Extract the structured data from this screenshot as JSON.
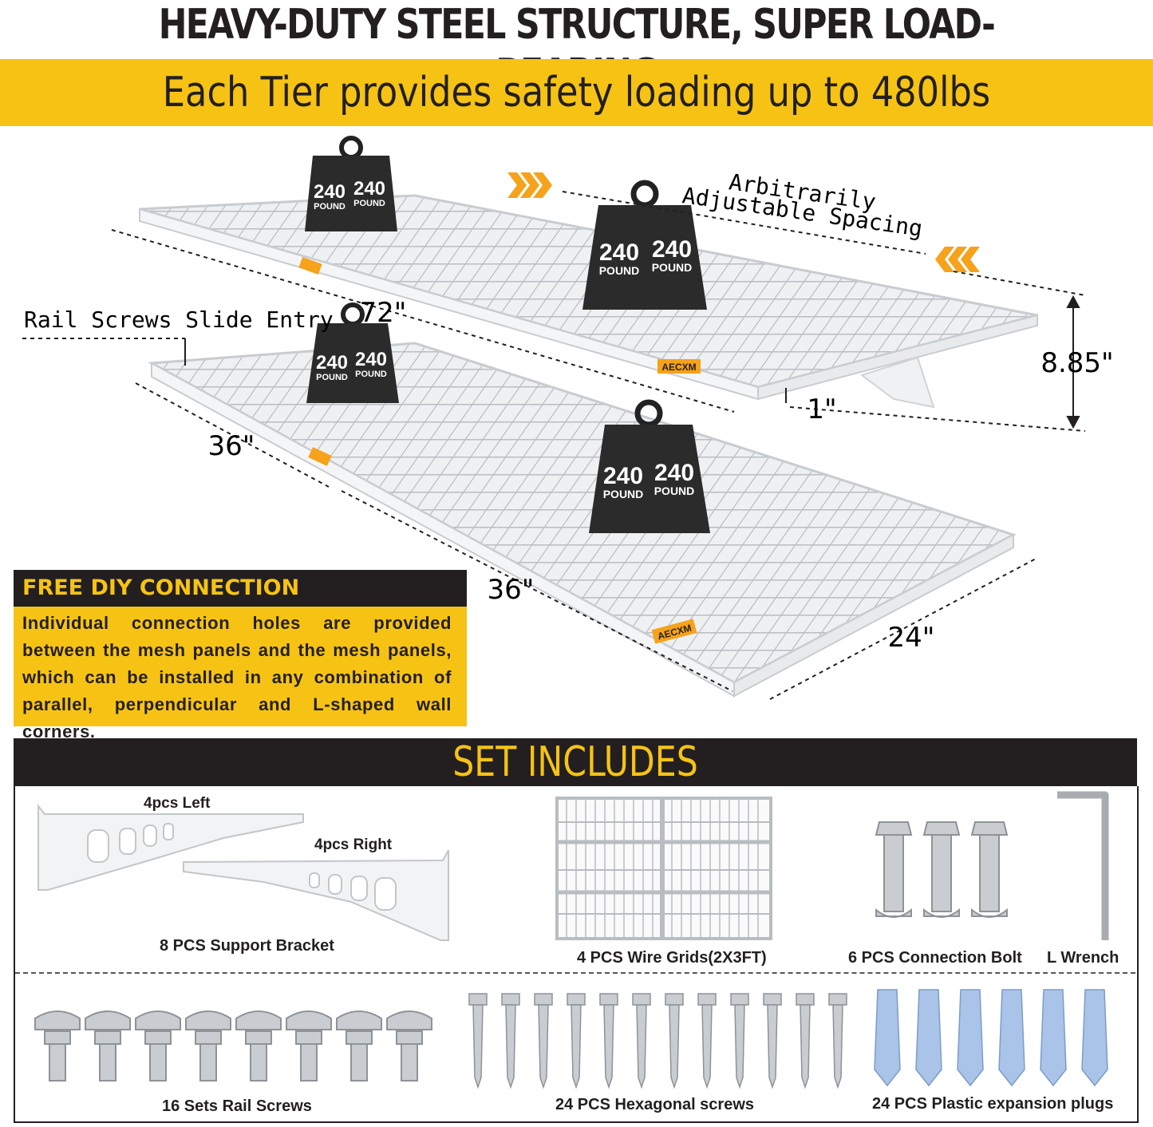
{
  "header": {
    "title": "HEAVY-DUTY STEEL STRUCTURE, SUPER LOAD-BEARING",
    "banner": "Each Tier provides safety loading up to 480lbs"
  },
  "diagram": {
    "weights": [
      "240",
      "POUND"
    ],
    "brand": "AECXM",
    "spacing_note_line1": "Arbitrarily",
    "spacing_note_line2": "Adjustable Spacing",
    "rail_note": "Rail Screws Slide Entry",
    "dims": {
      "length": "72\"",
      "height": "8.85\"",
      "gap": "1\"",
      "panel_a": "36\"",
      "panel_b": "36\"",
      "depth": "24\""
    }
  },
  "diy": {
    "title": "FREE DIY CONNECTION",
    "body": "Individual connection holes are provided between the mesh panels and the mesh panels, which can be installed in any combination of parallel, perpendicular and L-shaped wall corners."
  },
  "set_includes": {
    "title": "SET INCLUDES",
    "bracket_left": "4pcs Left",
    "bracket_right": "4pcs Right",
    "items": [
      "8 PCS Support Bracket",
      "4 PCS Wire Grids(2X3FT)",
      "6 PCS Connection Bolt",
      "L Wrench",
      "16 Sets Rail Screws",
      "24 PCS Hexagonal screws",
      "24 PCS Plastic expansion plugs"
    ]
  },
  "colors": {
    "accent": "#f6c314",
    "dark": "#231f20",
    "plug": "#a9c4e8"
  }
}
